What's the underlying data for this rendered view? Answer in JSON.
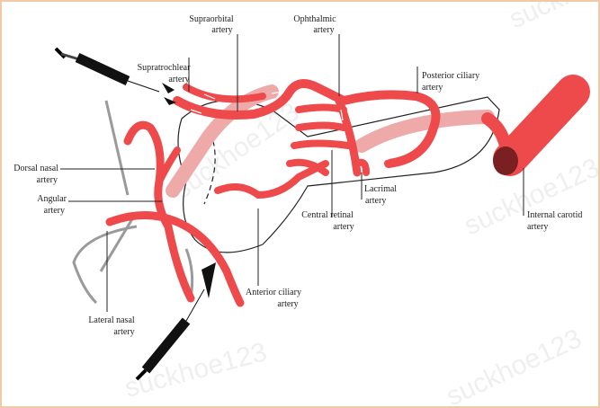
{
  "colors": {
    "artery": "#ee4a4c",
    "vein_light": "#eeaaa8",
    "carotid_end": "#7a1f22",
    "outline": "#222222",
    "bone": "#9a9a9a"
  },
  "watermark": "suckhoe123",
  "labels": {
    "supraorbital": [
      "Supraorbital",
      "artery"
    ],
    "ophthalmic": [
      "Ophthalmic",
      "artery"
    ],
    "supratrochlear": [
      "Supratrochlear",
      "artery"
    ],
    "posterior_ciliary": [
      "Posterior ciliary",
      "artery"
    ],
    "dorsal_nasal": [
      "Dorsal nasal",
      "artery"
    ],
    "angular": [
      "Angular",
      "artery"
    ],
    "lacrimal": [
      "Lacrimal",
      "artery"
    ],
    "central_retinal": [
      "Central retinal",
      "artery"
    ],
    "internal_carotid": [
      "Internal carotid",
      "artery"
    ],
    "anterior_ciliary": [
      "Anterior ciliary",
      "artery"
    ],
    "lateral_nasal": [
      "Lateral nasal",
      "artery"
    ]
  }
}
